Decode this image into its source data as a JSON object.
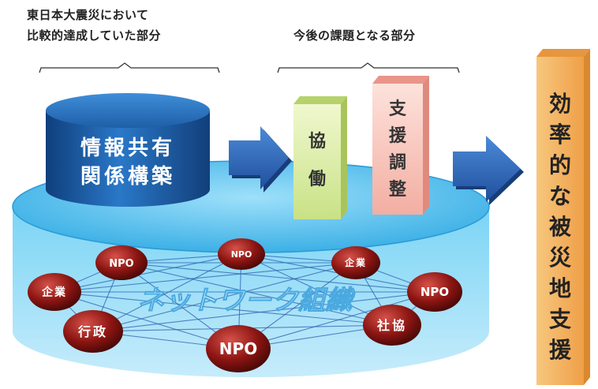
{
  "headings": {
    "achieved_line1": "東日本大震災において",
    "achieved_line2": "比較的達成していた部分",
    "future": "今後の課題となる部分"
  },
  "cylinder": {
    "line1": "情報共有",
    "line2": "関係構築"
  },
  "boxes": {
    "kyodo": [
      "協",
      "働"
    ],
    "shien": [
      "支",
      "援",
      "調",
      "整"
    ]
  },
  "pillar": [
    "効",
    "率",
    "的",
    "な",
    "被",
    "災",
    "地",
    "支",
    "援"
  ],
  "network": {
    "label": "ネットワーク組織",
    "nodes": [
      "NPO",
      "NPO",
      "企業",
      "企業",
      "NPO",
      "行政",
      "NPO",
      "社協"
    ]
  },
  "colors": {
    "cylinder_blue": "#1d5fa8",
    "platform_blue": "#5cc6f0",
    "arrow_blue": "#2a62b8",
    "kyodo_green": "#d8ed9a",
    "shien_pink": "#f8c2b8",
    "pillar_orange": "#f3b15f",
    "node_red": "#8c1512"
  }
}
